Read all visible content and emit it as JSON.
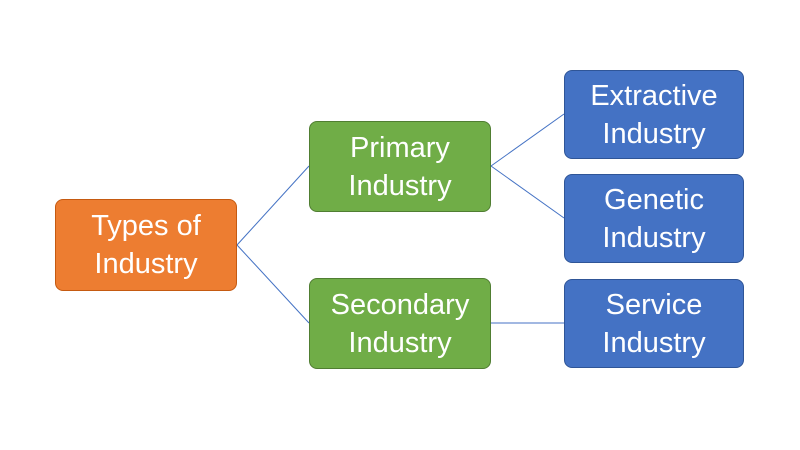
{
  "nodes": {
    "root": {
      "line1": "Types of",
      "line2": "Industry"
    },
    "primary": {
      "line1": "Primary",
      "line2": "Industry"
    },
    "secondary": {
      "line1": "Secondary",
      "line2": "Industry"
    },
    "extractive": {
      "line1": "Extractive",
      "line2": "Industry"
    },
    "genetic": {
      "line1": "Genetic",
      "line2": "Industry"
    },
    "service": {
      "line1": "Service",
      "line2": "Industry"
    }
  },
  "colors": {
    "root": "#ed7d31",
    "level1": "#70ad47",
    "level2": "#4472c4",
    "connector": "#4472c4"
  }
}
